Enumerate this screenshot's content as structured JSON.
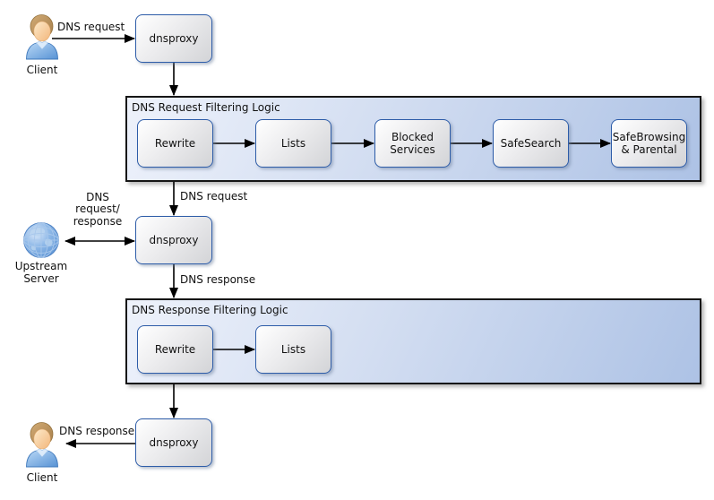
{
  "nodes": {
    "client_top": {
      "label": "Client"
    },
    "dnsproxy_top": {
      "label": "dnsproxy"
    },
    "request_filter": {
      "title": "DNS Request Filtering Logic",
      "steps": [
        "Rewrite",
        "Lists",
        "Blocked\nServices",
        "SafeSearch",
        "SafeBrowsing\n& Parental"
      ]
    },
    "dnsproxy_mid": {
      "label": "dnsproxy"
    },
    "upstream": {
      "label": "Upstream\nServer"
    },
    "response_filter": {
      "title": "DNS Response Filtering Logic",
      "steps": [
        "Rewrite",
        "Lists"
      ]
    },
    "dnsproxy_bottom": {
      "label": "dnsproxy"
    },
    "client_bottom": {
      "label": "Client"
    }
  },
  "edges": {
    "client_request": "DNS request",
    "filtered_request": "DNS request",
    "upstream_exchange": "DNS\nrequest/\nresponse",
    "proxy_response": "DNS response",
    "client_response": "DNS response"
  },
  "colors": {
    "node_border": "#2d5ca8",
    "container_border": "#161616",
    "container_bg_light": "#eef2fb",
    "container_bg_dark": "#adc2e5",
    "node_bg_light": "#ffffff",
    "node_bg_dark": "#d3d4d7",
    "arrow": "#000000",
    "globe_blue": "#5a92d3",
    "shirt_blue": "#5792d4",
    "hair_brown": "#b08a55"
  }
}
